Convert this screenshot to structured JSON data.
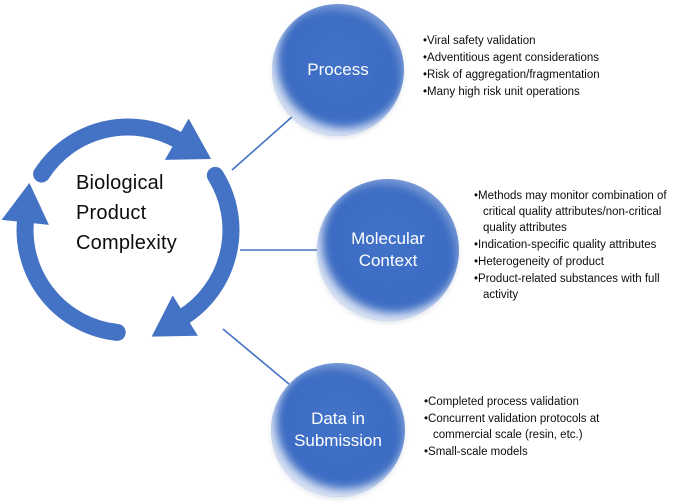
{
  "figure": {
    "center_label_lines": [
      "Biological",
      "Product",
      "Complexity"
    ],
    "nodes": [
      {
        "label_lines": [
          "Process"
        ],
        "bullets": [
          "Viral safety validation",
          "Adventitious agent considerations",
          "Risk of aggregation/fragmentation",
          "Many high risk unit operations"
        ]
      },
      {
        "label_lines": [
          "Molecular",
          "Context"
        ],
        "bullets": [
          "Methods may monitor combination of critical quality attributes/non-critical quality attributes",
          "Indication-specific quality attributes",
          "Heterogeneity of product",
          "Product-related substances with full activity"
        ]
      },
      {
        "label_lines": [
          "Data in",
          "Submission"
        ],
        "bullets": [
          "Completed process validation",
          "Concurrent validation protocols at commercial scale (resin, etc.)",
          "Small-scale models"
        ]
      }
    ]
  },
  "colors": {
    "accent_blue": "#4472C4",
    "circle_fill": "#3D6CC2",
    "circle_rim_highlight": "#EAF1FB",
    "circle_text": "#FFFFFF",
    "body_text": "#0D0D0D",
    "background": "#FFFFFF"
  }
}
